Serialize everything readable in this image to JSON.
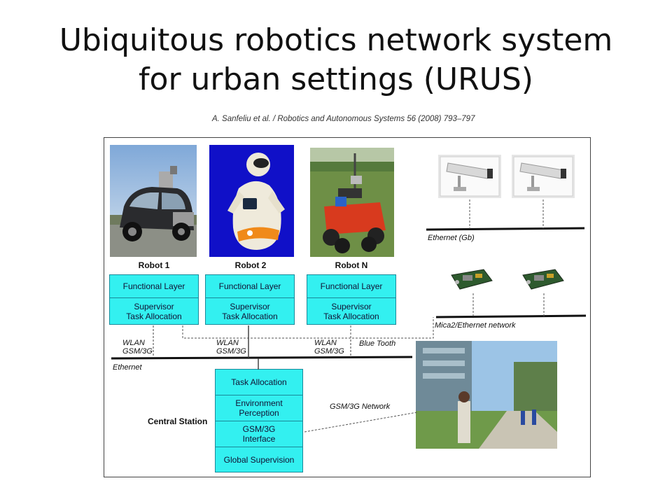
{
  "slide": {
    "title_line1": "Ubiquitous robotics network system",
    "title_line2": "for urban settings (URUS)",
    "citation": "A. Sanfeliu et al. / Robotics and Autonomous Systems 56 (2008) 793–797"
  },
  "robots": [
    {
      "label": "Robot 1",
      "top": "Functional Layer",
      "bottom_1": "Supervisor",
      "bottom_2": "Task Allocation"
    },
    {
      "label": "Robot 2",
      "top": "Functional Layer",
      "bottom_1": "Supervisor",
      "bottom_2": "Task Allocation"
    },
    {
      "label": "Robot N",
      "top": "Functional Layer",
      "bottom_1": "Supervisor",
      "bottom_2": "Task Allocation"
    }
  ],
  "central_station": {
    "label": "Central Station",
    "rows": [
      {
        "line1": "Task Allocation",
        "line2": ""
      },
      {
        "line1": "Environment",
        "line2": "Perception"
      },
      {
        "line1": "GSM/3G",
        "line2": "Interface"
      },
      {
        "line1": "Global Supervision",
        "line2": ""
      }
    ]
  },
  "networks": {
    "ethernet_gb": "Ethernet (Gb)",
    "mica2": "Mica2/Ethernet network",
    "ethernet": "Ethernet",
    "bluetooth": "Blue Tooth",
    "gsm_network": "GSM/3G Network",
    "wlan": "WLAN",
    "gsm3g": "GSM/3G"
  },
  "colors": {
    "box_fill": "#33f0f0",
    "box_border": "#1a8a9a",
    "robot2_background": "#1010c8",
    "robotN_body": "#d83a1e"
  }
}
